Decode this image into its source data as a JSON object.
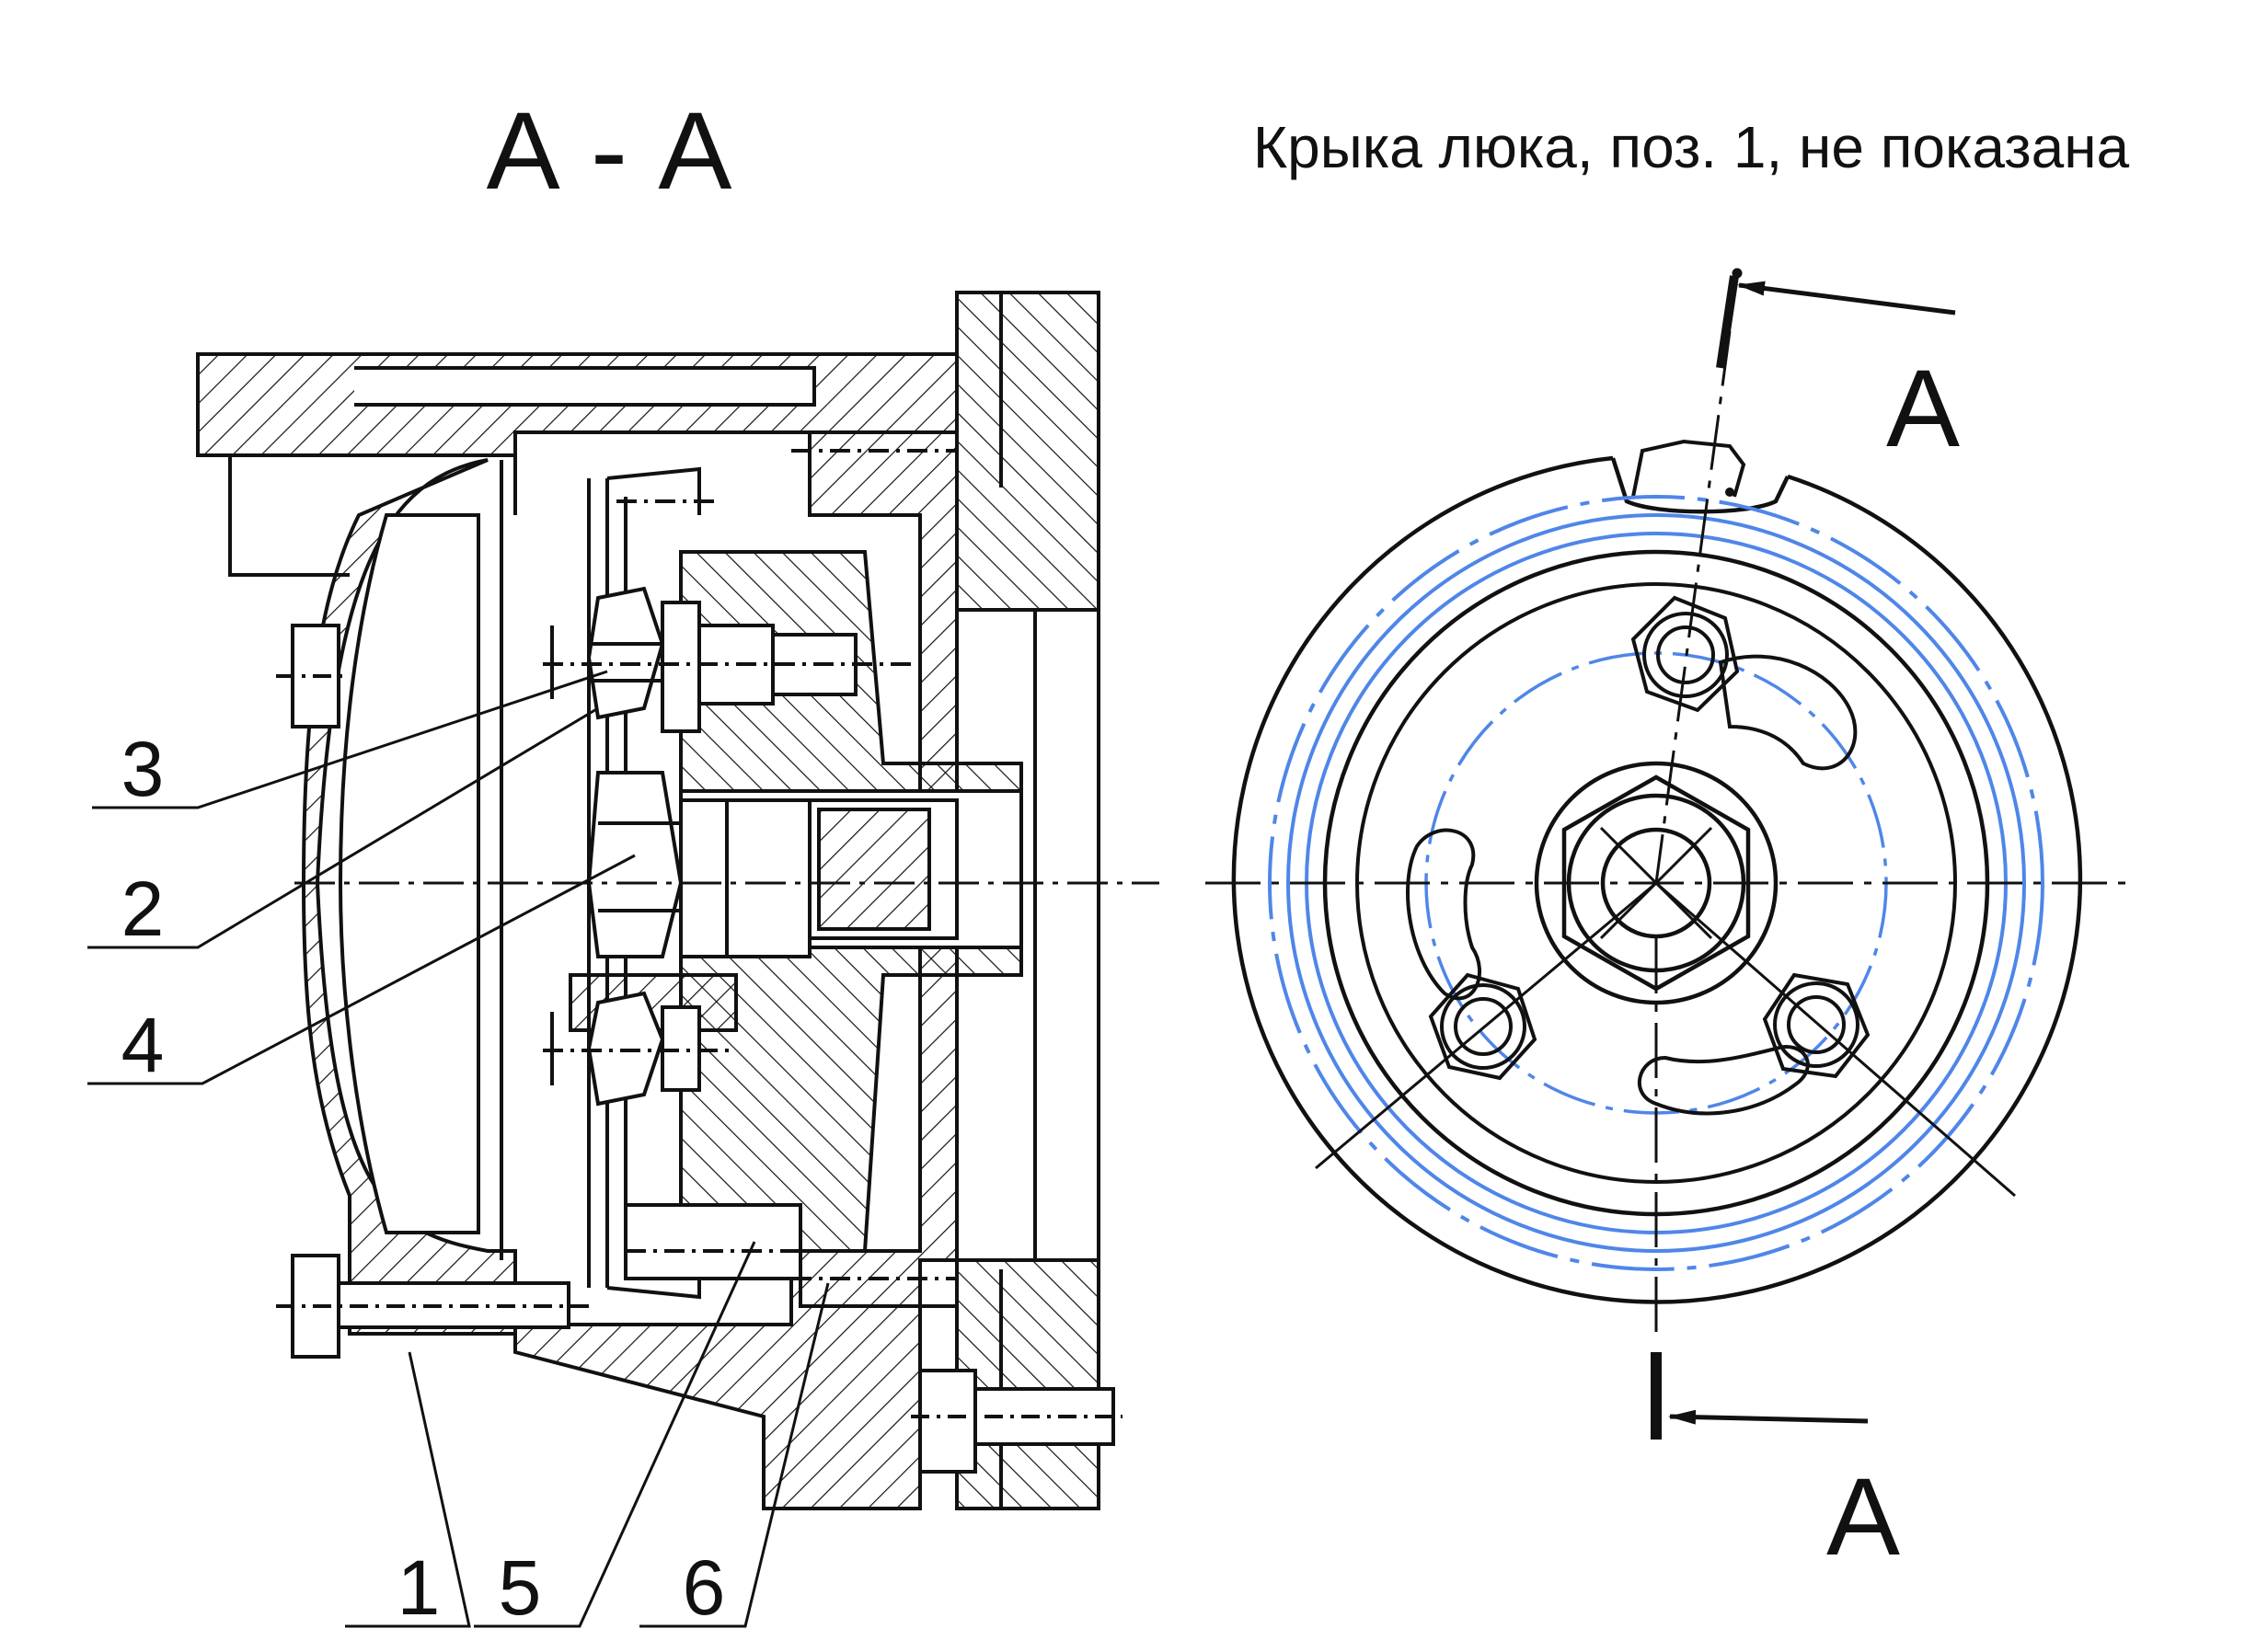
{
  "section_title": "А - А",
  "note": "Крыка люка, поз. 1, не показана",
  "section_mark_top": "А",
  "section_mark_bottom": "А",
  "callouts": [
    {
      "id": "3",
      "text": "3"
    },
    {
      "id": "2",
      "text": "2"
    },
    {
      "id": "4",
      "text": "4"
    },
    {
      "id": "1",
      "text": "1"
    },
    {
      "id": "5",
      "text": "5"
    },
    {
      "id": "6",
      "text": "6"
    }
  ],
  "colors": {
    "line": "#111111",
    "accent": "#4f86e8",
    "background": "#ffffff"
  }
}
